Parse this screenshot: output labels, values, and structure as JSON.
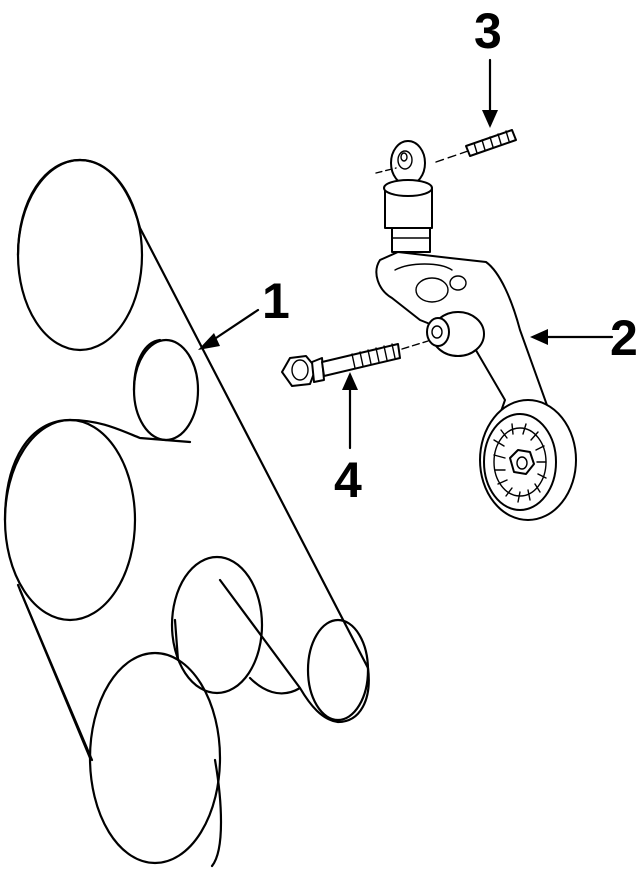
{
  "callouts": {
    "belt": "1",
    "tensioner": "2",
    "stud": "3",
    "bolt": "4"
  },
  "colors": {
    "line": "#000000",
    "background": "#ffffff"
  }
}
